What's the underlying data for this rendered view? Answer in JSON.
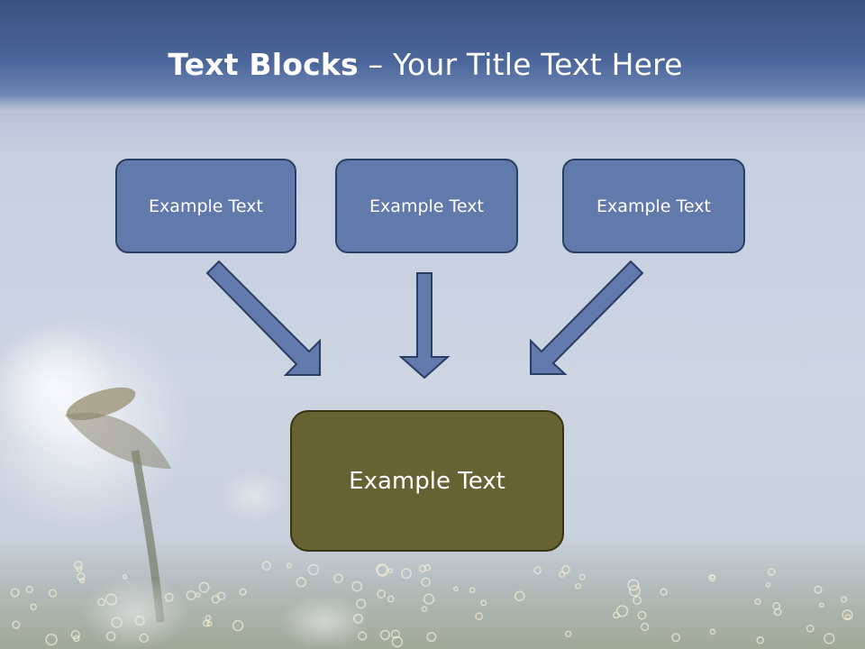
{
  "slide": {
    "title_bold": "Text Blocks",
    "title_rest": " – Your Title Text Here"
  },
  "diagram": {
    "top_boxes": [
      "Example Text",
      "Example Text",
      "Example Text"
    ],
    "center_box": "Example Text"
  },
  "colors": {
    "top_box_fill": "#6279ac",
    "center_box_fill": "#676233",
    "arrow_fill": "#6279ac"
  }
}
